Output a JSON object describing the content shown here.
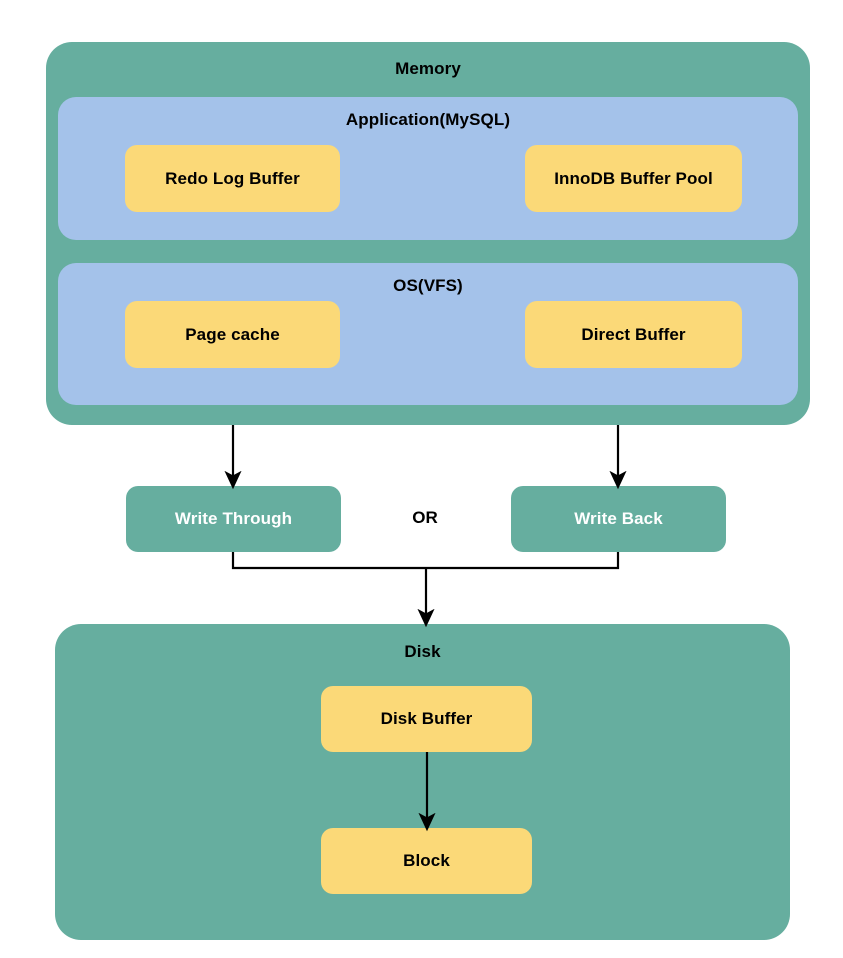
{
  "diagram": {
    "title_text": "Memory",
    "memory": {
      "label": "Memory",
      "application": {
        "label": "Application(MySQL)",
        "nodes": [
          {
            "label": "Redo Log Buffer"
          },
          {
            "label": "InnoDB Buffer Pool"
          }
        ]
      },
      "os": {
        "label": "OS(VFS)",
        "nodes": [
          {
            "label": "Page cache"
          },
          {
            "label": "Direct Buffer"
          }
        ]
      }
    },
    "policies": {
      "left": {
        "label": "Write Through"
      },
      "separator": {
        "label": "OR"
      },
      "right": {
        "label": "Write Back"
      }
    },
    "disk": {
      "label": "Disk",
      "nodes": [
        {
          "label": "Disk Buffer"
        },
        {
          "label": "Block"
        }
      ]
    },
    "colors": {
      "background": "#ffffff",
      "container_green": "#66ae9f",
      "container_blue": "#a4c2ea",
      "node_yellow": "#fbd978",
      "node_green": "#66ae9f",
      "text_dark": "#000000",
      "text_light": "#ffffff",
      "connector": "#000000"
    }
  }
}
